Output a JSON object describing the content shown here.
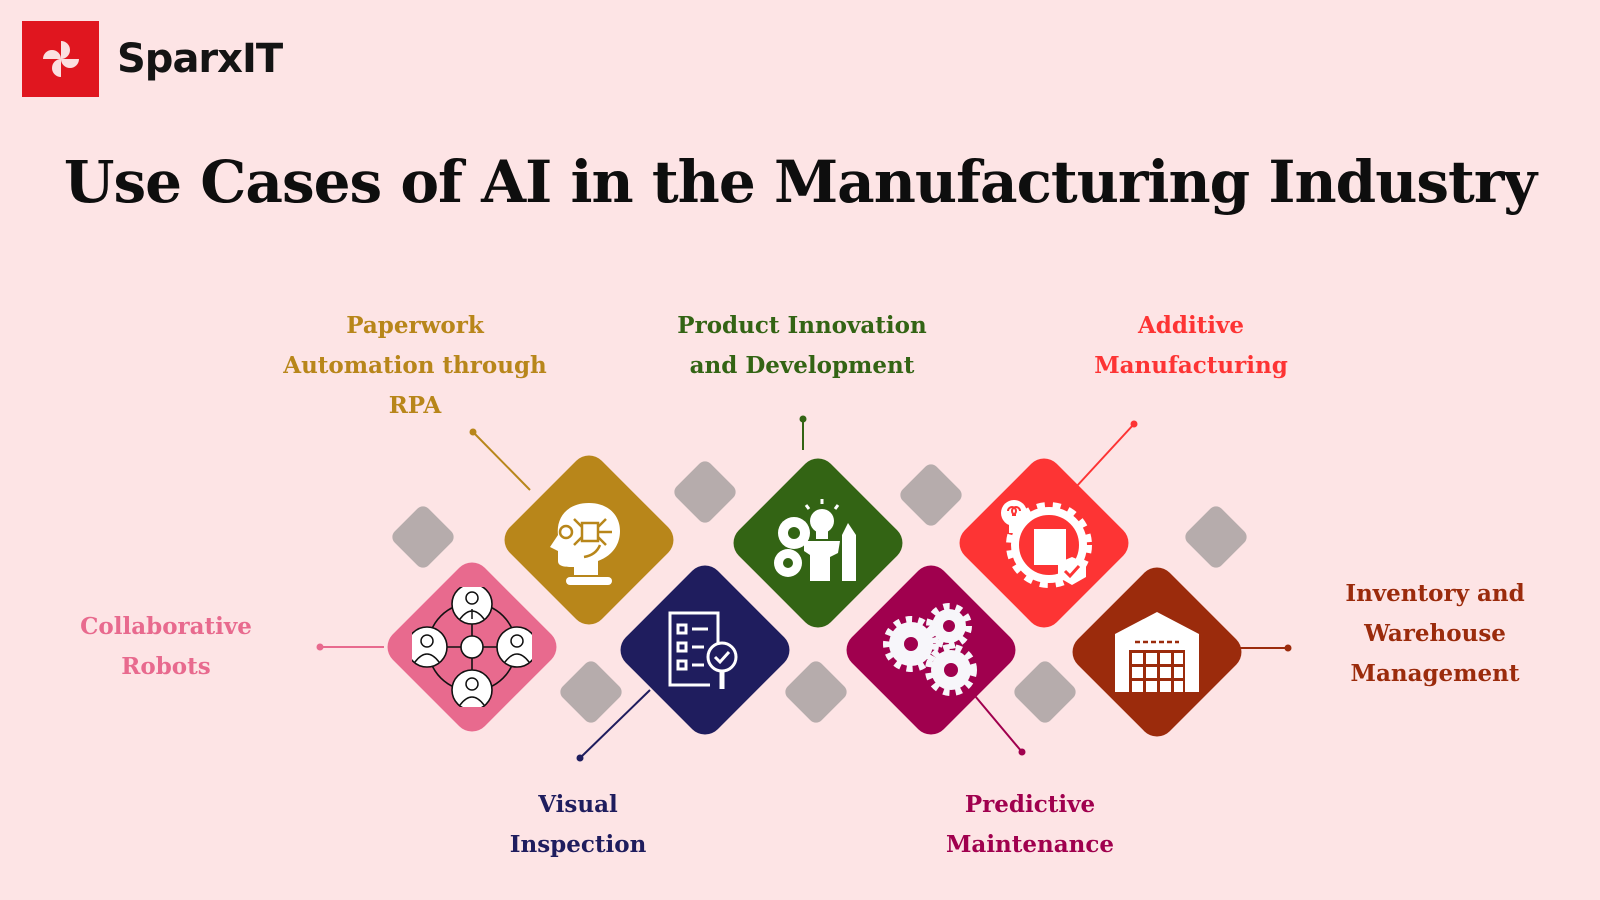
{
  "brand": {
    "name": "SparxIT",
    "logo_color": "#e0161f"
  },
  "title": "Use Cases of AI in the Manufacturing Industry",
  "use_cases": [
    {
      "id": "collaborative-robots",
      "lines": [
        "Collaborative",
        "Robots"
      ],
      "color": "#e86a8e",
      "icon": "people-network-icon"
    },
    {
      "id": "paperwork-automation",
      "lines": [
        "Paperwork",
        "Automation through",
        "RPA"
      ],
      "color": "#b8861a",
      "icon": "ai-head-chip-icon"
    },
    {
      "id": "visual-inspection",
      "lines": [
        "Visual",
        "Inspection"
      ],
      "color": "#1f1d5e",
      "icon": "checklist-magnifier-icon"
    },
    {
      "id": "product-innovation",
      "lines": [
        "Product Innovation",
        "and Development"
      ],
      "color": "#336414",
      "icon": "gears-bulb-pencil-icon"
    },
    {
      "id": "predictive-maintenance",
      "lines": [
        "Predictive",
        "Maintenance"
      ],
      "color": "#a0004e",
      "icon": "three-gears-icon"
    },
    {
      "id": "additive-manufacturing",
      "lines": [
        "Additive",
        "Manufacturing"
      ],
      "color": "#fd3434",
      "icon": "gear-box-shield-icon"
    },
    {
      "id": "inventory-warehouse",
      "lines": [
        "Inventory and",
        "Warehouse",
        "Management"
      ],
      "color": "#9b2b0c",
      "icon": "warehouse-icon"
    }
  ],
  "accent_grey": "#b6acac",
  "background": "#fde4e5"
}
